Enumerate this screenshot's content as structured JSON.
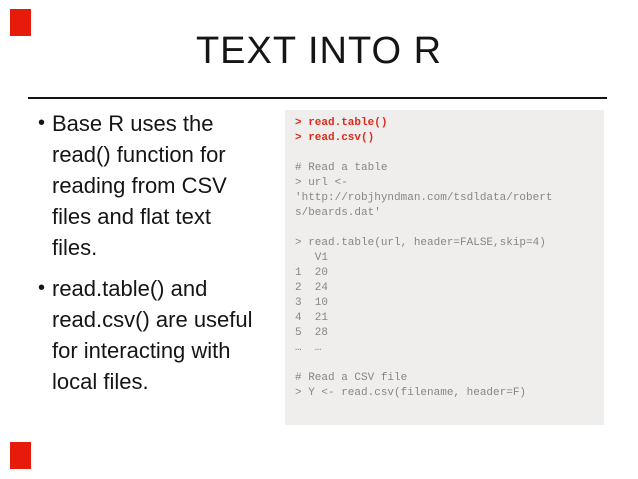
{
  "slide": {
    "title": "TEXT INTO R",
    "bullets": [
      "Base R uses the read() function for reading from CSV files and flat text files.",
      "read.table() and read.csv() are useful for interacting with local files."
    ],
    "code": {
      "lines": [
        {
          "text": "> read.table()",
          "style": "command"
        },
        {
          "text": "> read.csv()",
          "style": "command"
        },
        {
          "text": "",
          "style": "output"
        },
        {
          "text": "# Read a table",
          "style": "output"
        },
        {
          "text": "> url <-",
          "style": "output"
        },
        {
          "text": "'http://robjhyndman.com/tsdldata/robert",
          "style": "output"
        },
        {
          "text": "s/beards.dat'",
          "style": "output"
        },
        {
          "text": "",
          "style": "output"
        },
        {
          "text": "> read.table(url, header=FALSE,skip=4)",
          "style": "output"
        },
        {
          "text": "   V1",
          "style": "output"
        },
        {
          "text": "1  20",
          "style": "output"
        },
        {
          "text": "2  24",
          "style": "output"
        },
        {
          "text": "3  10",
          "style": "output"
        },
        {
          "text": "4  21",
          "style": "output"
        },
        {
          "text": "5  28",
          "style": "output"
        },
        {
          "text": "…  …",
          "style": "output"
        },
        {
          "text": "",
          "style": "output"
        },
        {
          "text": "# Read a CSV file",
          "style": "output"
        },
        {
          "text": "> Y <- read.csv(filename, header=F)",
          "style": "output"
        }
      ]
    },
    "colors": {
      "accent_red": "#e61b0c",
      "command_red": "#de2a1b",
      "output_gray": "#868686",
      "code_background": "#efeeec",
      "text_black": "#151515"
    }
  }
}
